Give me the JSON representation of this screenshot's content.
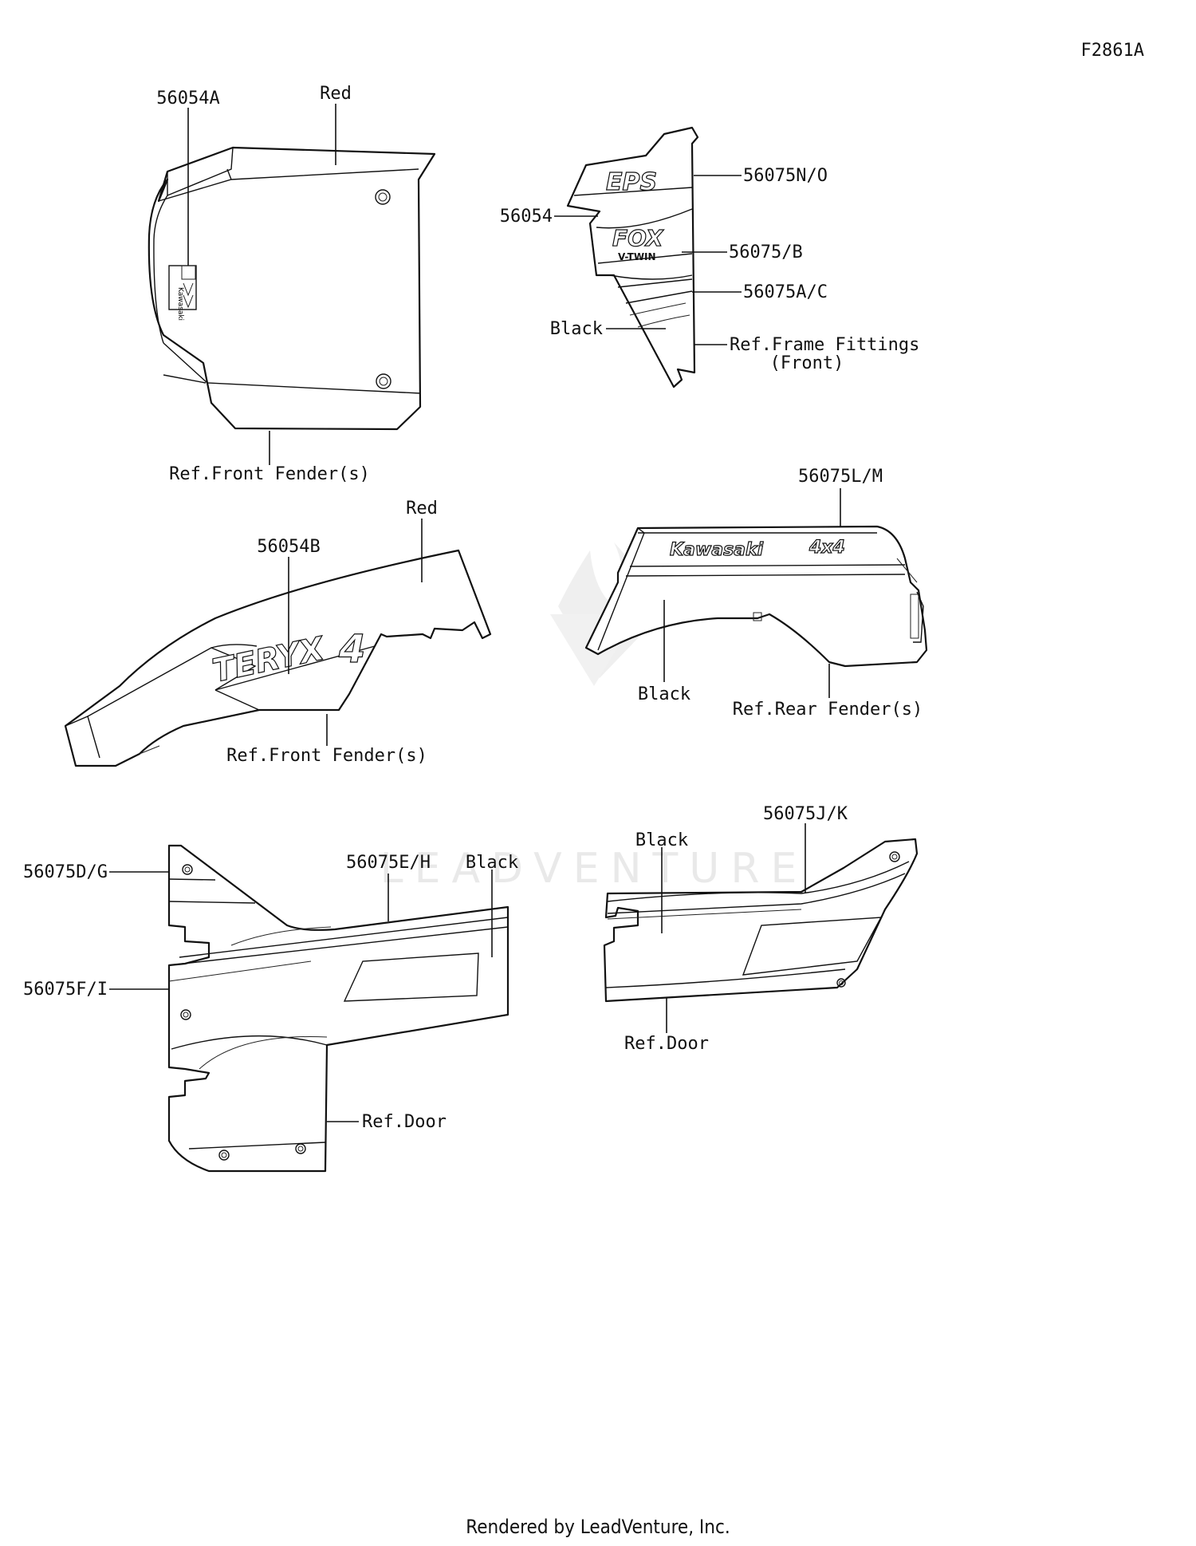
{
  "figure_id": "F2861A",
  "watermark": "LEADVENTURE",
  "footer": "Rendered by LeadVenture, Inc.",
  "labels": {
    "front_top_part": "56054A",
    "front_top_color": "Red",
    "front_top_ref": "Ref.Front Fender(s)",
    "frame_part_1": "56075N/O",
    "frame_part_2": "56054",
    "frame_part_3": "56075/B",
    "frame_part_4": "56075A/C",
    "frame_color": "Black",
    "frame_ref_line1": "Ref.Frame Fittings",
    "frame_ref_line2": "(Front)",
    "side_front_part": "56054B",
    "side_front_color": "Red",
    "side_front_ref": "Ref.Front Fender(s)",
    "rear_part": "56075L/M",
    "rear_color": "Black",
    "rear_ref": "Ref.Rear Fender(s)",
    "door_left_part_1": "56075D/G",
    "door_left_part_2": "56075E/H",
    "door_left_color": "Black",
    "door_left_part_3": "56075F/I",
    "door_left_ref": "Ref.Door",
    "door_right_part": "56075J/K",
    "door_right_color": "Black",
    "door_right_ref": "Ref.Door"
  },
  "decal_text": {
    "eps": "EPS",
    "fox": "FOX",
    "vtwin": "V-TWIN",
    "kawasaki": "Kawasaki",
    "four_by_four": "4x4",
    "teryx": "TERYX",
    "teryx_num": "4",
    "kawasaki_vertical": "Kawasaki"
  }
}
